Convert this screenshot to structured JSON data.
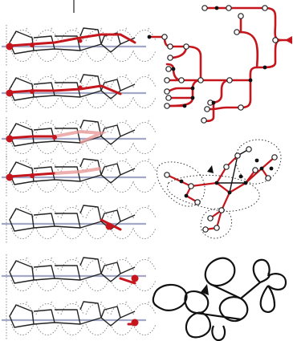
{
  "colors": {
    "red": "#c4161c",
    "red_light": "#e99a9a",
    "black": "#222222",
    "axis": "#8c93b8",
    "dot_gray": "#8a8a8a",
    "white": "#ffffff"
  },
  "panels": {
    "left": "sequence-of-7-cell-diagrams",
    "top_right": "red-tree",
    "middle_right": "graph-with-dotted-boundaries",
    "bottom_right": "black-loop-graph"
  },
  "icons": [
    "arrow-left-icon",
    "arrow-head-icon"
  ]
}
